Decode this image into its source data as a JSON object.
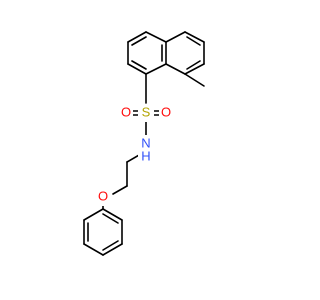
{
  "colors": {
    "background": "#ffffff",
    "bond": "#000000",
    "sulfur": "#b2a400",
    "oxygen": "#ff0d0d",
    "nitrogen": "#3050f8"
  },
  "atoms": {
    "sulfur": {
      "symbol": "S"
    },
    "oxygen_left": {
      "symbol": "O"
    },
    "oxygen_right": {
      "symbol": "O"
    },
    "nitrogen": {
      "symbol": "N"
    },
    "nitrogen_h": {
      "symbol": "H"
    },
    "ether_oxygen": {
      "symbol": "O"
    }
  }
}
